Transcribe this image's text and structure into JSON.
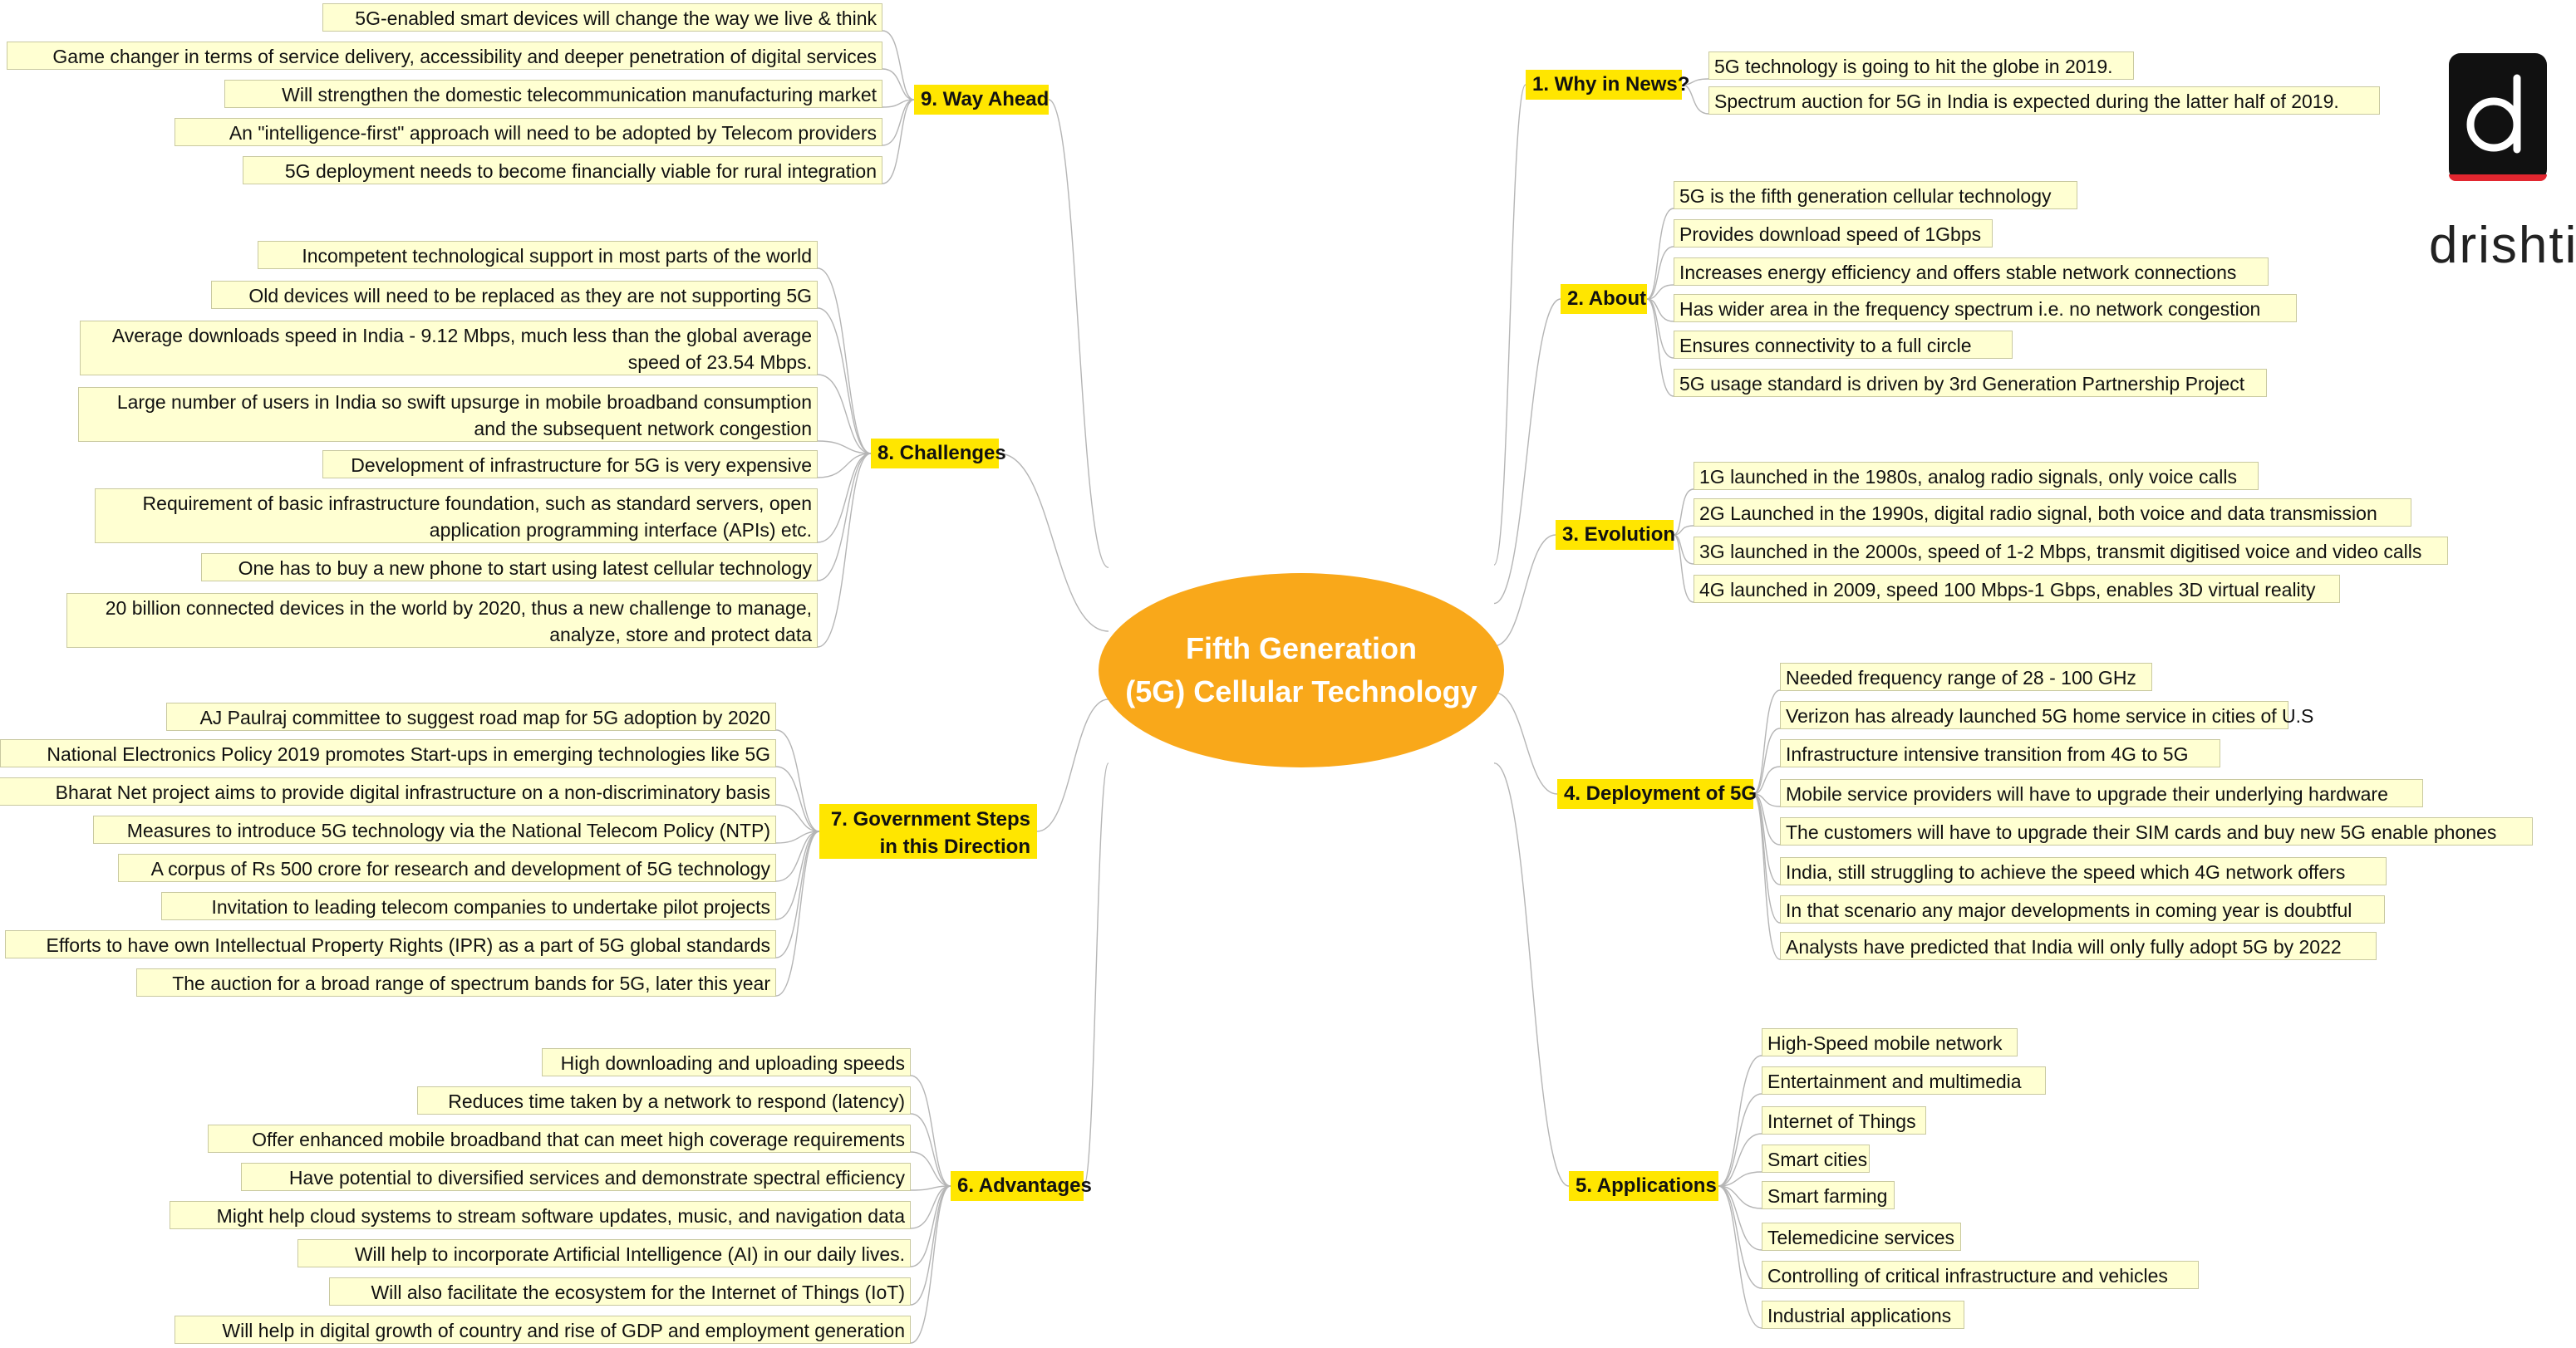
{
  "center": {
    "line1": "Fifth Generation",
    "line2": "(5G) Cellular Technology",
    "color": "#f9a81a"
  },
  "logo": {
    "text": "drishti",
    "icon": "drishti-d-logo"
  },
  "branches": {
    "b1": {
      "label": "1. Why in News?",
      "items": [
        "5G technology is going to hit the globe in 2019.",
        "Spectrum auction for 5G in India is expected during the latter half of 2019."
      ]
    },
    "b2": {
      "label": "2. About",
      "items": [
        "5G is the fifth generation cellular technology",
        "Provides download speed of 1Gbps",
        "Increases energy efficiency and offers stable network connections",
        "Has wider area in the frequency spectrum i.e. no network congestion",
        "Ensures connectivity to a full circle",
        "5G usage standard is driven by 3rd Generation Partnership Project"
      ]
    },
    "b3": {
      "label": "3. Evolution",
      "items": [
        "1G launched in the 1980s, analog radio signals, only voice calls",
        "2G Launched in the 1990s, digital radio signal, both voice and data transmission",
        "3G launched in the 2000s, speed of 1-2 Mbps, transmit digitised voice and video calls",
        "4G launched in 2009, speed 100 Mbps-1 Gbps, enables 3D virtual reality"
      ]
    },
    "b4": {
      "label": "4. Deployment of 5G",
      "items": [
        "Needed frequency range of 28 - 100 GHz",
        "Verizon has already launched 5G home service in cities of U.S",
        "Infrastructure intensive transition from 4G to 5G",
        "Mobile service providers will have to upgrade their underlying hardware",
        "The customers will have to upgrade their SIM cards and buy new 5G enable phones",
        "India, still struggling to achieve the speed which 4G network offers",
        "In that scenario any major developments in coming year is doubtful",
        "Analysts have predicted that India will only fully adopt 5G by 2022"
      ]
    },
    "b5": {
      "label": "5. Applications",
      "items": [
        "High-Speed mobile network",
        "Entertainment and multimedia",
        "Internet of Things",
        "Smart cities",
        "Smart farming",
        "Telemedicine services",
        "Controlling of critical infrastructure and vehicles",
        "Industrial applications"
      ]
    },
    "b6": {
      "label": "6. Advantages",
      "items": [
        "High downloading and uploading speeds",
        "Reduces time taken by a network to respond (latency)",
        "Offer enhanced mobile broadband that can meet high coverage requirements",
        "Have potential to diversified services and demonstrate spectral efficiency",
        "Might help cloud systems to stream software updates, music, and navigation data",
        "Will help to incorporate Artificial Intelligence (AI) in our daily lives.",
        "Will also facilitate the ecosystem for the Internet of Things (IoT)",
        "Will help in digital growth of country and rise of GDP and employment generation"
      ]
    },
    "b7": {
      "label": "7. Government Steps in this Direction",
      "items": [
        "AJ Paulraj committee to suggest road map for 5G adoption by 2020",
        "National Electronics Policy 2019 promotes Start-ups in emerging technologies like 5G",
        "Bharat Net project aims to provide digital infrastructure on a non-discriminatory basis",
        "Measures to introduce 5G technology via the National Telecom Policy (NTP)",
        "A corpus of Rs 500 crore for research and development of 5G technology",
        "Invitation to leading telecom companies to undertake pilot projects",
        "Efforts to have own Intellectual Property Rights (IPR) as a part of 5G global standards",
        "The auction for a broad range of spectrum bands for 5G, later this year"
      ]
    },
    "b8": {
      "label": "8. Challenges",
      "items": [
        "Incompetent technological support in most parts of the world",
        "Old devices will need to be replaced as they are not supporting 5G",
        "Average downloads speed in India - 9.12 Mbps, much less than the global average speed of 23.54 Mbps.",
        "Large number of users in India so swift upsurge in mobile broadband consumption and the subsequent network congestion",
        "Development of infrastructure for 5G is very expensive",
        "Requirement of basic infrastructure foundation, such as standard servers, open application programming interface (APIs) etc.",
        "One has to buy a new phone to start using latest cellular technology",
        "20 billion connected devices in the world by 2020, thus a new challenge to manage, analyze, store and protect data"
      ]
    },
    "b9": {
      "label": "9. Way Ahead",
      "items": [
        "5G-enabled smart devices will change the way we live & think",
        "Game changer in terms of service delivery, accessibility and deeper penetration of digital services",
        "Will strengthen the domestic telecommunication manufacturing market",
        "An \"intelligence-first\" approach will need to be adopted by Telecom providers",
        "5G deployment needs to become financially viable for rural integration"
      ]
    }
  },
  "colors": {
    "branch": "#ffe600",
    "leaf": "#ffffd2",
    "line": "#b5b5b5"
  }
}
